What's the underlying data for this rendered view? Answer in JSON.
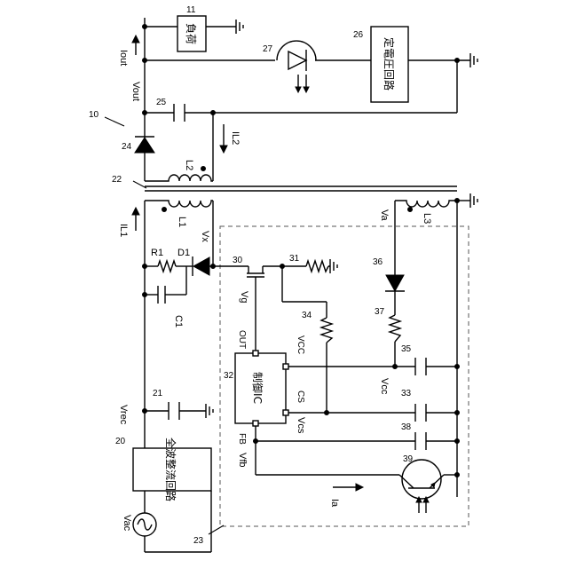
{
  "refs": {
    "r10": "10",
    "r11": "11",
    "r20": "20",
    "r21": "21",
    "r22": "22",
    "r23": "23",
    "r24": "24",
    "r25": "25",
    "r26": "26",
    "r27": "27",
    "r30": "30",
    "r31": "31",
    "r32": "32",
    "r33": "33",
    "r34": "34",
    "r35": "35",
    "r36": "36",
    "r37": "37",
    "r38": "38",
    "r39": "39"
  },
  "components": {
    "load": "負荷",
    "rectifier": "全波整流回路",
    "control_ic": "制御IC",
    "const_voltage": "定電圧回路",
    "L1": "L1",
    "L2": "L2",
    "L3": "L3",
    "R1": "R1",
    "D1": "D1",
    "C1": "C1"
  },
  "signals": {
    "iout": "Iout",
    "vout": "Vout",
    "il2": "IL2",
    "il1": "IL1",
    "vx": "Vx",
    "vg": "Vg",
    "va": "Va",
    "vcc": "Vcc",
    "vcs": "Vcs",
    "vfb": "Vfb",
    "vrec": "Vrec",
    "vac": "Vac",
    "ia": "Ia"
  },
  "pins": {
    "out": "OUT",
    "vcc": "VCC",
    "cs": "CS",
    "fb": "FB"
  }
}
